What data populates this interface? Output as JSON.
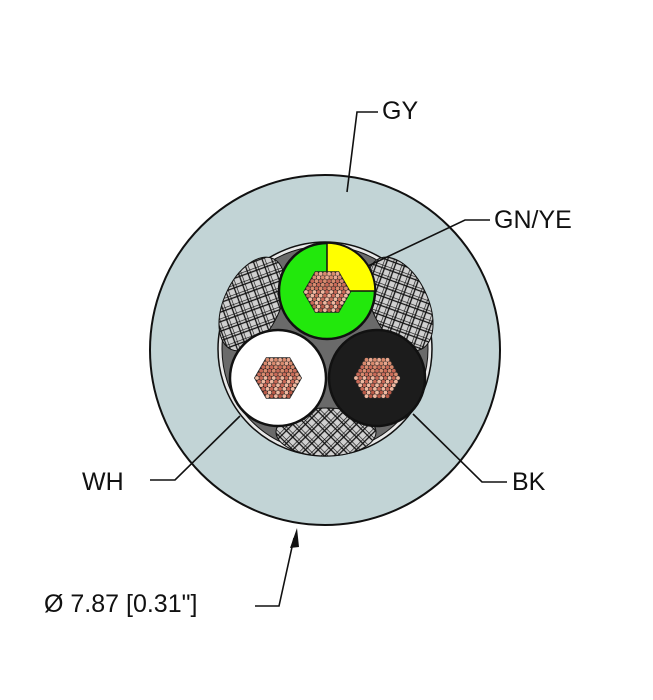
{
  "labels": {
    "jacket": "GY",
    "ground": "GN/YE",
    "white": "WH",
    "black": "BK",
    "diameter": "Ø 7.87 [0.31\"]"
  },
  "colors": {
    "jacket": "#c2d4d6",
    "core_fill": "#6a6a6a",
    "ground_green": "#22e80c",
    "ground_yellow": "#ffff00",
    "white_insulation": "#ffffff",
    "black_insulation": "#1c1c1c",
    "filler": "#d0d0d0",
    "copper": "#d88a6e"
  }
}
